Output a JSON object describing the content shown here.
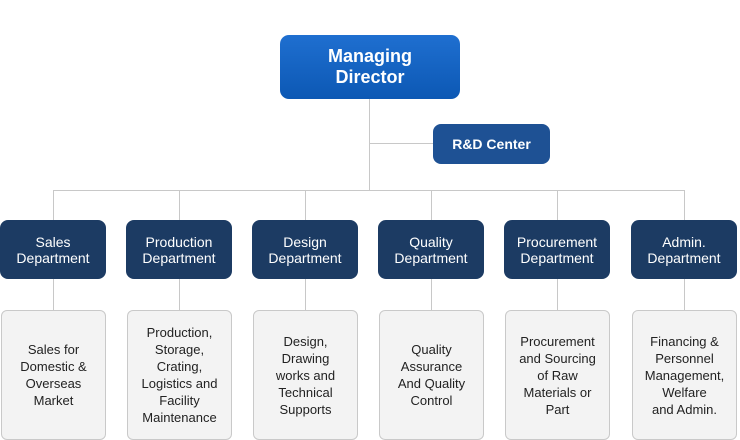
{
  "managing_director": "Managing\nDirector",
  "rd_center": "R&D Center",
  "departments": [
    {
      "name": "Sales\nDepartment",
      "description": "Sales for\nDomestic &\nOverseas\nMarket"
    },
    {
      "name": "Production\nDepartment",
      "description": "Production,\nStorage,\nCrating,\nLogistics and\nFacility\nMaintenance"
    },
    {
      "name": "Design\nDepartment",
      "description": "Design,\nDrawing\nworks and\nTechnical\nSupports"
    },
    {
      "name": "Quality\nDepartment",
      "description": "Quality\nAssurance\nAnd Quality\nControl"
    },
    {
      "name": "Procurement\nDepartment",
      "description": "Procurement\nand Sourcing\nof Raw\nMaterials or\nPart"
    },
    {
      "name": "Admin.\nDepartment",
      "description": "Financing &\nPersonnel\nManagement,\nWelfare\nand Admin."
    }
  ],
  "colors": {
    "managing_director": "#0c58b4",
    "rd_center": "#1e5194",
    "department": "#1c3b63",
    "description_bg": "#f3f3f3",
    "connector": "#c8c8c8"
  }
}
